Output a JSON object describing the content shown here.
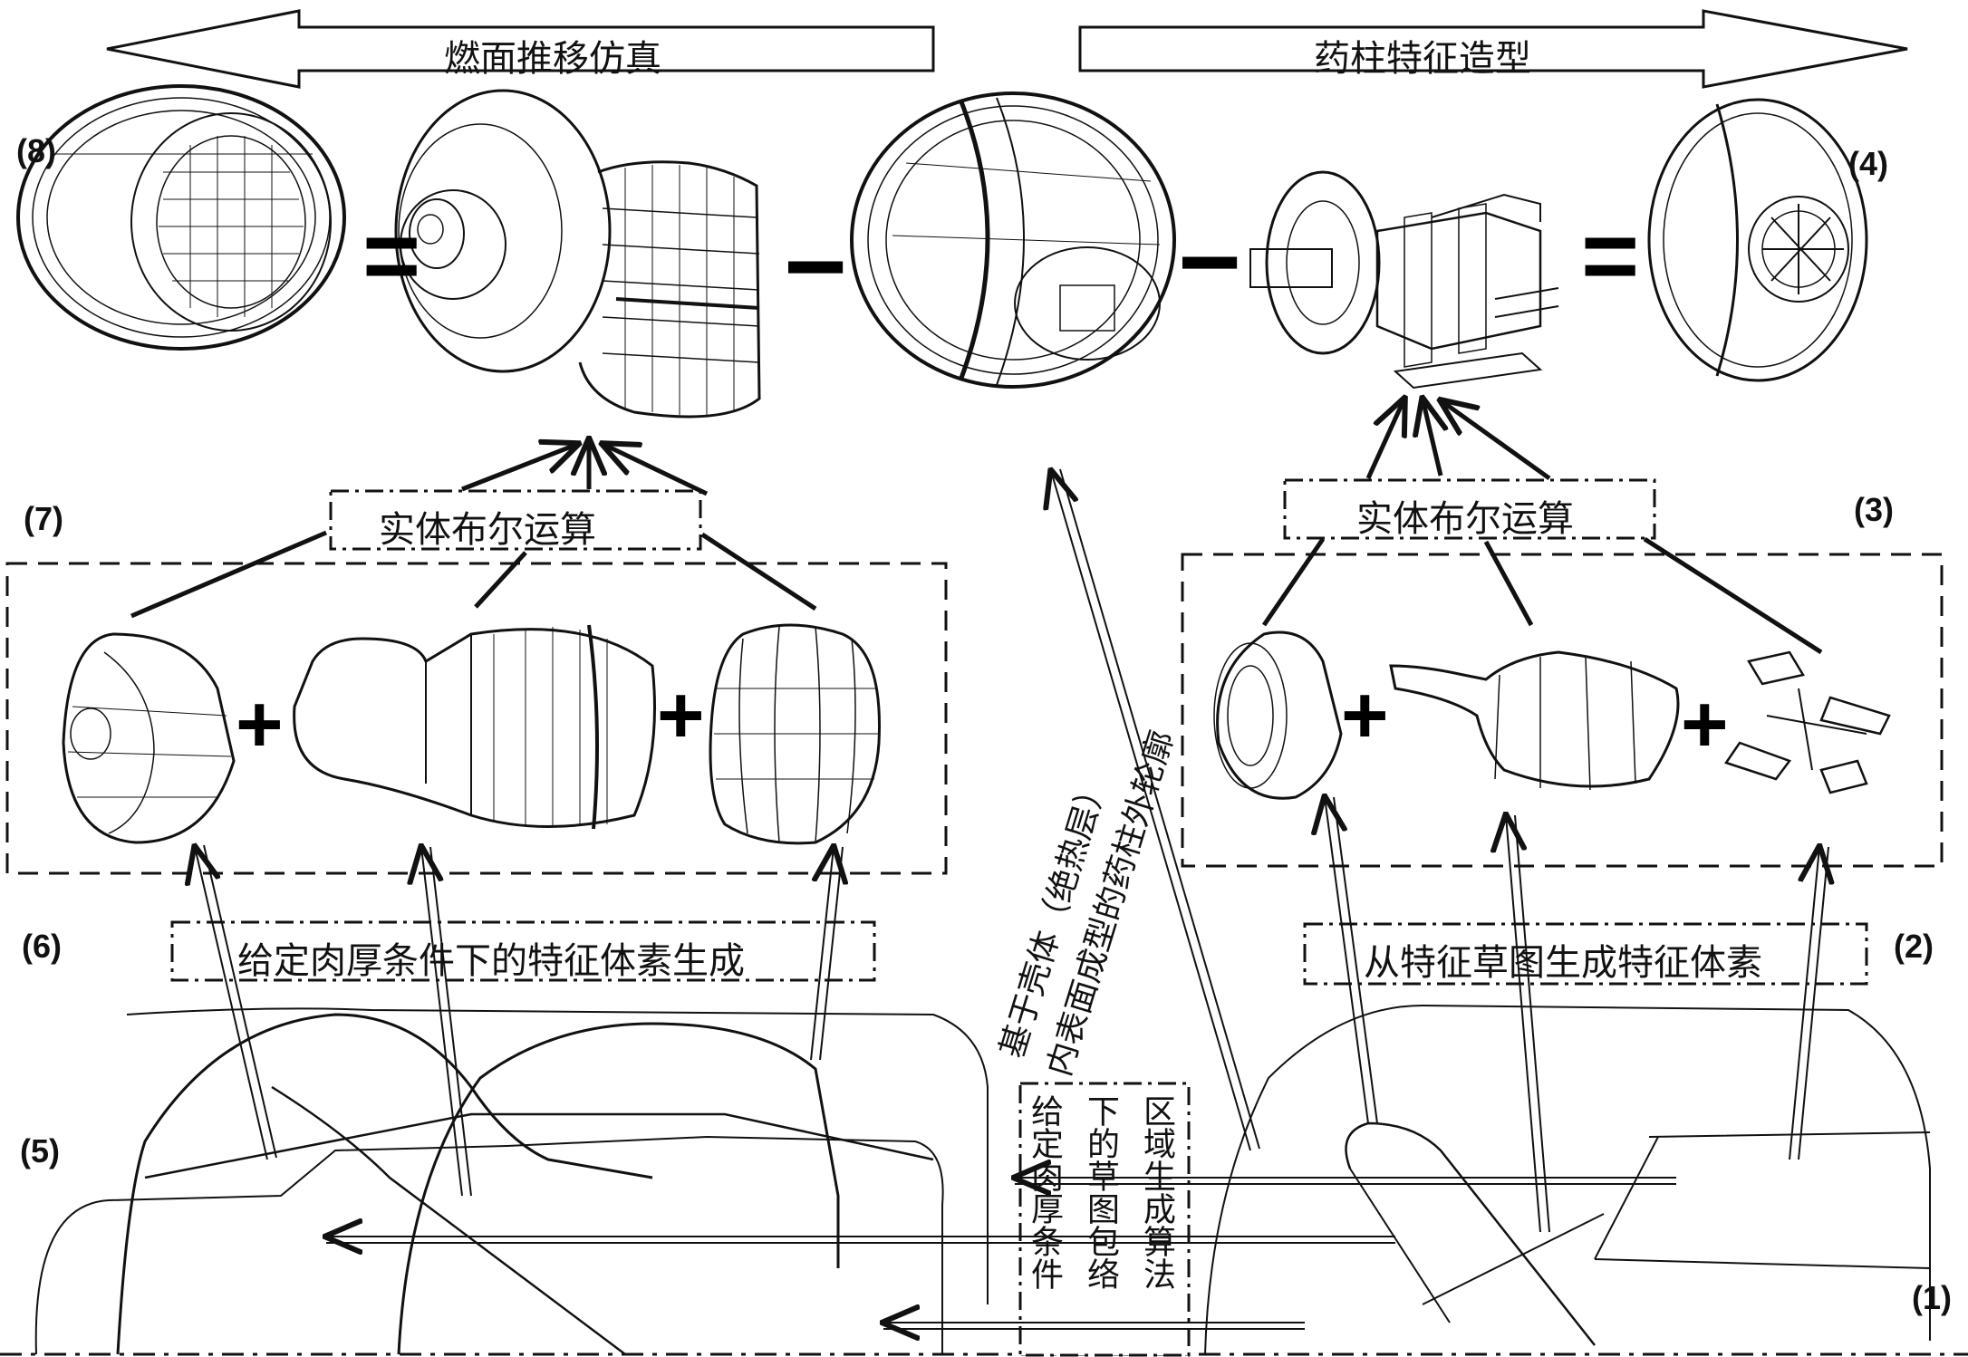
{
  "header": {
    "left_arrow_label": "燃面推移仿真",
    "right_arrow_label": "药柱特征造型"
  },
  "steps": {
    "s1": "(1)",
    "s2": "(2)",
    "s3": "(3)",
    "s4": "(4)",
    "s5": "(5)",
    "s6": "(6)",
    "s7": "(7)",
    "s8": "(8)"
  },
  "operators": {
    "equals": "=",
    "minus": "−",
    "plus": "+"
  },
  "boxes": {
    "boolean_left": "实体布尔运算",
    "boolean_right": "实体布尔运算",
    "feature_gen_left": "给定肉厚条件下的特征体素生成",
    "feature_gen_right": "从特征草图生成特征体素"
  },
  "annotations": {
    "shell_line1": "基于壳体（绝热层）",
    "shell_line2": "内表面成型的药柱外轮廓",
    "envelope_col1": "给定肉厚条件",
    "envelope_col2": "下的草图包络",
    "envelope_col3": "区域生成算法"
  }
}
